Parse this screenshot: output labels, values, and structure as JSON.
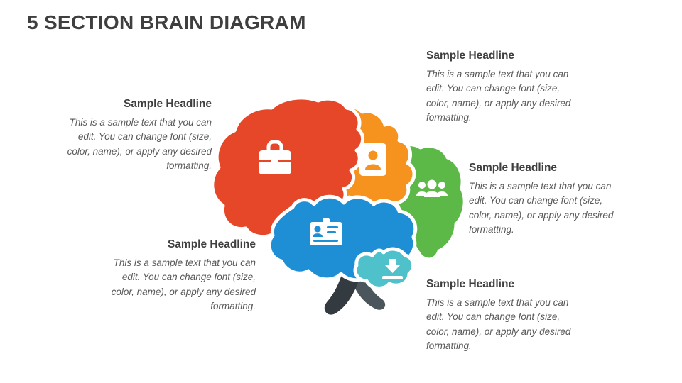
{
  "slide": {
    "title": "5 SECTION BRAIN DIAGRAM",
    "background": "#FFFFFF"
  },
  "sections": [
    {
      "name": "frontal-red",
      "headline": "Sample Headline",
      "body": "This is a sample text that you can edit. You can change font (size, color, name), or apply any desired formatting.",
      "color": "#E54728",
      "icon": "briefcase-icon"
    },
    {
      "name": "parietal-orange",
      "headline": "Sample Headline",
      "body": "This is a sample text that you can edit. You can change font (size, color, name), or apply any desired formatting.",
      "color": "#F6921E",
      "icon": "contact-book-icon"
    },
    {
      "name": "occipital-green",
      "headline": "Sample Headline",
      "body": "This is a sample text that you can edit. You can change font (size, color, name), or apply any desired formatting.",
      "color": "#5CB847",
      "icon": "people-group-icon"
    },
    {
      "name": "temporal-blue",
      "headline": "Sample Headline",
      "body": "This is a sample text that you can edit. You can change font (size, color, name), or apply any desired formatting.",
      "color": "#1E8FD5",
      "icon": "id-card-icon"
    },
    {
      "name": "cerebellum-teal",
      "headline": "Sample Headline",
      "body": "This is a sample text that you can edit. You can change font (size, color, name), or apply any desired formatting.",
      "color": "#4FC1CB",
      "icon": "download-icon"
    }
  ],
  "stem": {
    "color_dark": "#333A40",
    "color_light": "#4A555C"
  }
}
